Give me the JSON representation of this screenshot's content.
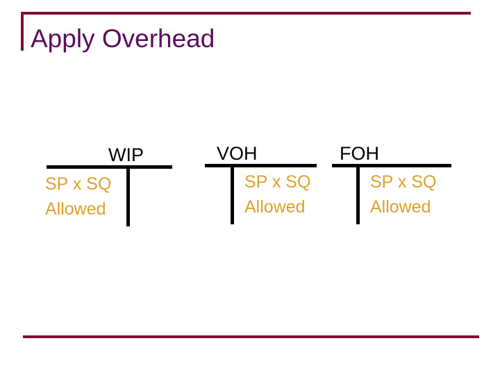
{
  "slide": {
    "title": "Apply Overhead",
    "colors": {
      "title_text": "#5C0B5C",
      "rule": "#7B1030",
      "account_line": "#000000",
      "account_label": "#000000",
      "entry_text": "#DFA12B",
      "background": "#FFFFFF"
    }
  },
  "t_accounts": [
    {
      "label": "WIP",
      "side": "debit",
      "entry_line1": "SP x SQ",
      "entry_line2": "Allowed"
    },
    {
      "label": "VOH",
      "side": "credit",
      "entry_line1": "SP x SQ",
      "entry_line2": "Allowed"
    },
    {
      "label": "FOH",
      "side": "credit",
      "entry_line1": "SP x SQ",
      "entry_line2": "Allowed"
    }
  ]
}
